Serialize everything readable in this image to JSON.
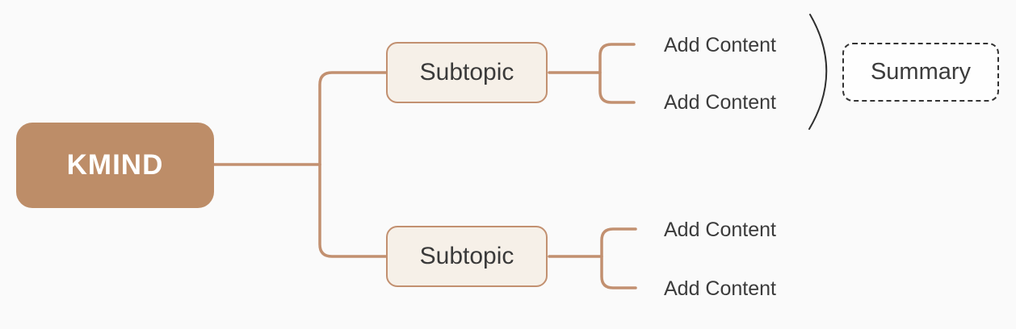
{
  "root": {
    "label": "KMIND"
  },
  "branches": [
    {
      "topic": {
        "label": "Subtopic"
      },
      "leaves": [
        {
          "label": "Add Content"
        },
        {
          "label": "Add Content"
        }
      ]
    },
    {
      "topic": {
        "label": "Subtopic"
      },
      "leaves": [
        {
          "label": "Add Content"
        },
        {
          "label": "Add Content"
        }
      ]
    }
  ],
  "summary": {
    "label": "Summary"
  },
  "colors": {
    "background": "#fafafa",
    "root_background": "#bd8d68",
    "root_text": "#ffffff",
    "branch_line": "#c29070",
    "subtopic_background": "#f6f0e8",
    "subtopic_border": "#c29070",
    "text_dark": "#3b3b3b",
    "summary_border": "#333333",
    "summary_arc": "#2f2f2f"
  }
}
